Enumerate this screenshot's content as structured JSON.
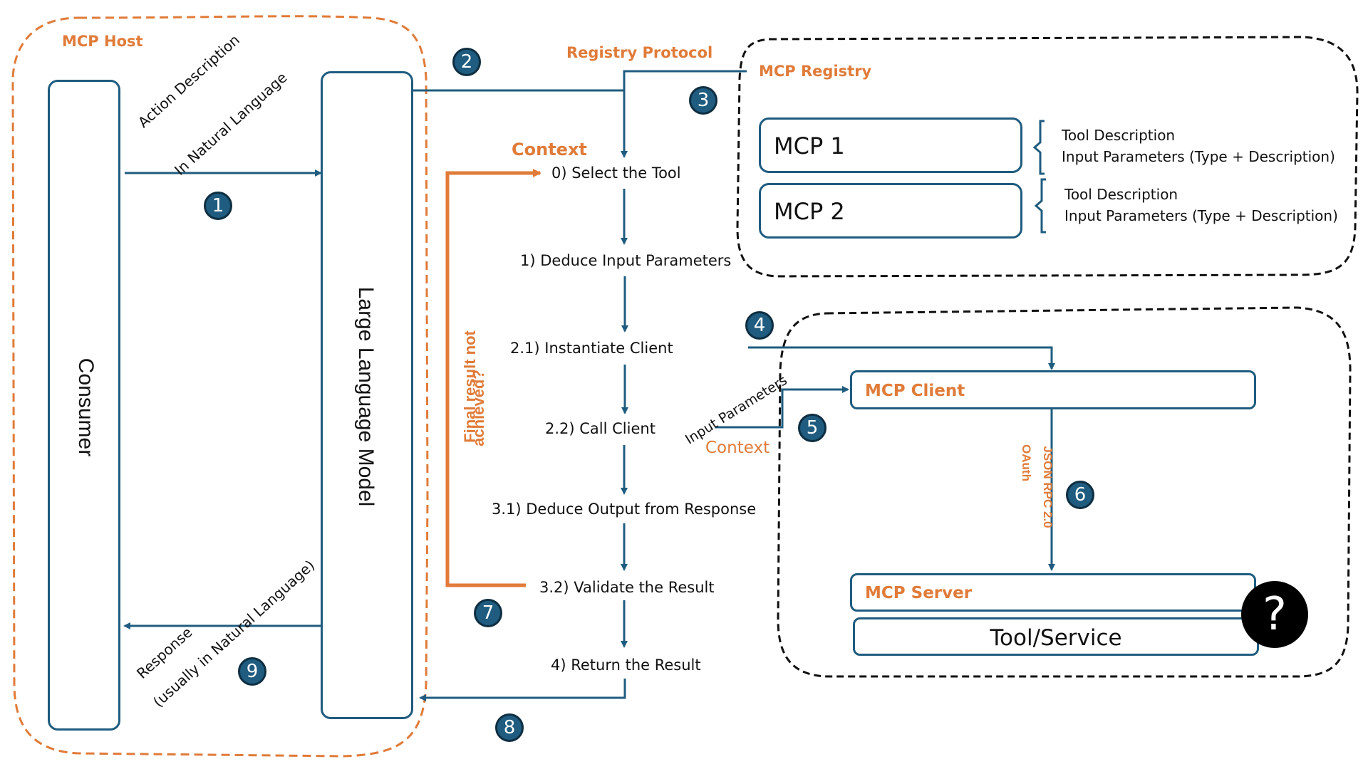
{
  "colors": {
    "primary": "#1F5C7F",
    "accent": "#E07B39",
    "text": "#111111",
    "badge_border": "#0E2E42"
  },
  "host": {
    "title": "MCP Host",
    "consumer_label": "Consumer",
    "llm_label": "Large Language Model",
    "action_label_line1": "Action Description",
    "action_label_line2": "In Natural Language",
    "response_label_line1": "Response",
    "response_label_line2": "(usually in Natural Language)"
  },
  "registry": {
    "protocol_label": "Registry Protocol",
    "title": "MCP Registry",
    "entries": [
      {
        "name": "MCP 1",
        "line1": "Tool Description",
        "line2": "Input Parameters (Type + Description)"
      },
      {
        "name": "MCP 2",
        "line1": "Tool Description",
        "line2": "Input Parameters (Type + Description)"
      }
    ]
  },
  "flow": {
    "context_label": "Context",
    "loop_label_line1": "Final result not",
    "loop_label_line2": "achieved?",
    "steps": [
      "0) Select the Tool",
      "1) Deduce Input Parameters",
      "2.1) Instantiate  Client",
      "2.2) Call Client",
      "3.1) Deduce Output from Response",
      "3.2) Validate the Result",
      "4) Return the Result"
    ],
    "input_params_label": "Input Parameters",
    "context_label_2": "Context"
  },
  "server_side": {
    "client_label": "MCP Client",
    "server_label": "MCP Server",
    "tool_label": "Tool/Service",
    "protocol_line1": "JSON RPC 2.0",
    "protocol_line2": "OAuth",
    "unknown_icon": "?"
  },
  "badges": [
    "1",
    "2",
    "3",
    "4",
    "5",
    "6",
    "7",
    "8",
    "9"
  ]
}
